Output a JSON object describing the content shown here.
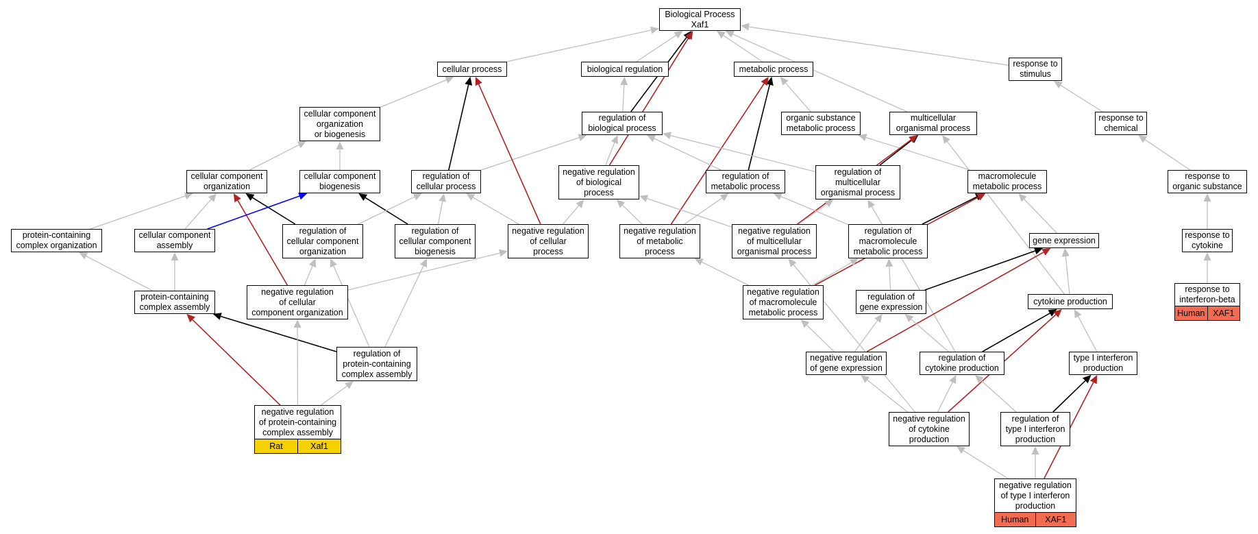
{
  "colors": {
    "is_a": "#bfbfbf",
    "regulates": "#000000",
    "negatively_regulates": "#b22222",
    "part_of": "#0000ff",
    "rat_tag": "#f5d100",
    "human_tag": "#f26a4f"
  },
  "nodes": {
    "bp": {
      "label": "Biological Process\nXaf1"
    },
    "cellular_process": {
      "label": "cellular process"
    },
    "biological_regulation": {
      "label": "biological regulation"
    },
    "metabolic_process": {
      "label": "metabolic process"
    },
    "response_to_stimulus": {
      "label": "response to\nstimulus"
    },
    "cco_biogenesis": {
      "label": "cellular component\norganization\nor biogenesis"
    },
    "reg_bio_process": {
      "label": "regulation of\nbiological process"
    },
    "organic_substance_mp": {
      "label": "organic substance\nmetabolic process"
    },
    "multicellular_op": {
      "label": "multicellular\norganismal process"
    },
    "response_to_chemical": {
      "label": "response to\nchemical"
    },
    "cc_organization": {
      "label": "cellular component\norganization"
    },
    "cc_biogenesis": {
      "label": "cellular component\nbiogenesis"
    },
    "reg_cellular_process": {
      "label": "regulation of\ncellular process"
    },
    "neg_reg_bio_process": {
      "label": "negative regulation\nof biological\nprocess"
    },
    "reg_metabolic_process": {
      "label": "regulation of\nmetabolic process"
    },
    "reg_multicellular_op": {
      "label": "regulation of\nmulticellular\norganismal process"
    },
    "macromolecule_mp": {
      "label": "macromolecule\nmetabolic process"
    },
    "response_to_organic": {
      "label": "response to\norganic substance"
    },
    "protein_complex_org": {
      "label": "protein-containing\ncomplex organization"
    },
    "cc_assembly": {
      "label": "cellular component\nassembly"
    },
    "reg_cc_organization": {
      "label": "regulation of\ncellular component\norganization"
    },
    "reg_cc_biogenesis": {
      "label": "regulation of\ncellular component\nbiogenesis"
    },
    "neg_reg_cellular_process": {
      "label": "negative regulation\nof cellular\nprocess"
    },
    "neg_reg_metabolic_process": {
      "label": "negative regulation\nof metabolic\nprocess"
    },
    "neg_reg_multicellular_op": {
      "label": "negative regulation\nof multicellular\norganismal process"
    },
    "reg_macromolecule_mp": {
      "label": "regulation of\nmacromolecule\nmetabolic process"
    },
    "gene_expression": {
      "label": "gene expression"
    },
    "response_to_cytokine": {
      "label": "response to\ncytokine"
    },
    "protein_complex_assembly": {
      "label": "protein-containing\ncomplex assembly"
    },
    "neg_reg_cc_organization": {
      "label": "negative regulation\nof cellular\ncomponent organization"
    },
    "neg_reg_macromolecule_mp": {
      "label": "negative regulation\nof macromolecule\nmetabolic process"
    },
    "reg_gene_expression": {
      "label": "regulation of\ngene expression"
    },
    "cytokine_production": {
      "label": "cytokine production"
    },
    "response_to_ifnb": {
      "label": "response to\ninterferon-beta"
    },
    "reg_protein_complex_assembly": {
      "label": "regulation of\nprotein-containing\ncomplex assembly"
    },
    "neg_reg_gene_expression": {
      "label": "negative regulation\nof gene expression"
    },
    "reg_cytokine_production": {
      "label": "regulation of\ncytokine production"
    },
    "type1_ifn_production": {
      "label": "type I interferon\nproduction"
    },
    "neg_reg_protein_complex_assembly": {
      "label": "negative regulation\nof protein-containing\ncomplex assembly"
    },
    "neg_reg_cytokine_production": {
      "label": "negative regulation\nof cytokine\nproduction"
    },
    "reg_type1_ifn_production": {
      "label": "regulation of\ntype I interferon\nproduction"
    },
    "neg_reg_type1_ifn_production": {
      "label": "negative regulation\nof type I interferon\nproduction"
    }
  },
  "tags": {
    "neg_reg_protein_complex_assembly": {
      "species": "Rat",
      "gene": "Xaf1"
    },
    "neg_reg_type1_ifn_production": {
      "species": "Human",
      "gene": "XAF1"
    },
    "response_to_ifnb": {
      "species": "Human",
      "gene": "XAF1"
    }
  },
  "edges": [
    {
      "from": "cellular_process",
      "to": "bp",
      "type": "is_a"
    },
    {
      "from": "biological_regulation",
      "to": "bp",
      "type": "is_a"
    },
    {
      "from": "metabolic_process",
      "to": "bp",
      "type": "is_a"
    },
    {
      "from": "response_to_stimulus",
      "to": "bp",
      "type": "is_a"
    },
    {
      "from": "multicellular_op",
      "to": "bp",
      "type": "is_a"
    },
    {
      "from": "reg_bio_process",
      "to": "bp",
      "type": "regulates"
    },
    {
      "from": "neg_reg_bio_process",
      "to": "bp",
      "type": "negatively_regulates"
    },
    {
      "from": "cco_biogenesis",
      "to": "cellular_process",
      "type": "is_a"
    },
    {
      "from": "reg_bio_process",
      "to": "biological_regulation",
      "type": "is_a"
    },
    {
      "from": "organic_substance_mp",
      "to": "metabolic_process",
      "type": "is_a"
    },
    {
      "from": "reg_metabolic_process",
      "to": "metabolic_process",
      "type": "regulates"
    },
    {
      "from": "neg_reg_metabolic_process",
      "to": "metabolic_process",
      "type": "negatively_regulates"
    },
    {
      "from": "response_to_chemical",
      "to": "response_to_stimulus",
      "type": "is_a"
    },
    {
      "from": "cc_organization",
      "to": "cco_biogenesis",
      "type": "is_a"
    },
    {
      "from": "cc_biogenesis",
      "to": "cco_biogenesis",
      "type": "is_a"
    },
    {
      "from": "reg_cellular_process",
      "to": "reg_bio_process",
      "type": "is_a"
    },
    {
      "from": "neg_reg_bio_process",
      "to": "reg_bio_process",
      "type": "is_a"
    },
    {
      "from": "reg_metabolic_process",
      "to": "reg_bio_process",
      "type": "is_a"
    },
    {
      "from": "reg_multicellular_op",
      "to": "reg_bio_process",
      "type": "is_a"
    },
    {
      "from": "macromolecule_mp",
      "to": "organic_substance_mp",
      "type": "is_a"
    },
    {
      "from": "reg_multicellular_op",
      "to": "multicellular_op",
      "type": "regulates"
    },
    {
      "from": "neg_reg_multicellular_op",
      "to": "multicellular_op",
      "type": "negatively_regulates"
    },
    {
      "from": "cytokine_production",
      "to": "multicellular_op",
      "type": "is_a"
    },
    {
      "from": "response_to_organic",
      "to": "response_to_chemical",
      "type": "is_a"
    },
    {
      "from": "reg_cellular_process",
      "to": "cellular_process",
      "type": "regulates"
    },
    {
      "from": "neg_reg_cellular_process",
      "to": "cellular_process",
      "type": "negatively_regulates"
    },
    {
      "from": "protein_complex_org",
      "to": "cc_organization",
      "type": "is_a"
    },
    {
      "from": "cc_assembly",
      "to": "cc_organization",
      "type": "is_a"
    },
    {
      "from": "reg_cc_organization",
      "to": "cc_organization",
      "type": "regulates"
    },
    {
      "from": "neg_reg_cc_organization",
      "to": "cc_organization",
      "type": "negatively_regulates"
    },
    {
      "from": "cc_assembly",
      "to": "cc_biogenesis",
      "type": "part_of"
    },
    {
      "from": "reg_cc_biogenesis",
      "to": "cc_biogenesis",
      "type": "regulates"
    },
    {
      "from": "reg_cc_organization",
      "to": "reg_cellular_process",
      "type": "is_a"
    },
    {
      "from": "reg_cc_biogenesis",
      "to": "reg_cellular_process",
      "type": "is_a"
    },
    {
      "from": "neg_reg_cellular_process",
      "to": "reg_cellular_process",
      "type": "is_a"
    },
    {
      "from": "neg_reg_cellular_process",
      "to": "neg_reg_bio_process",
      "type": "is_a"
    },
    {
      "from": "neg_reg_metabolic_process",
      "to": "neg_reg_bio_process",
      "type": "is_a"
    },
    {
      "from": "neg_reg_multicellular_op",
      "to": "neg_reg_bio_process",
      "type": "is_a"
    },
    {
      "from": "neg_reg_metabolic_process",
      "to": "reg_metabolic_process",
      "type": "is_a"
    },
    {
      "from": "reg_macromolecule_mp",
      "to": "reg_metabolic_process",
      "type": "is_a"
    },
    {
      "from": "neg_reg_multicellular_op",
      "to": "reg_multicellular_op",
      "type": "is_a"
    },
    {
      "from": "reg_cytokine_production",
      "to": "reg_multicellular_op",
      "type": "is_a"
    },
    {
      "from": "reg_macromolecule_mp",
      "to": "macromolecule_mp",
      "type": "regulates"
    },
    {
      "from": "neg_reg_macromolecule_mp",
      "to": "macromolecule_mp",
      "type": "negatively_regulates"
    },
    {
      "from": "gene_expression",
      "to": "macromolecule_mp",
      "type": "is_a"
    },
    {
      "from": "response_to_cytokine",
      "to": "response_to_organic",
      "type": "is_a"
    },
    {
      "from": "protein_complex_assembly",
      "to": "protein_complex_org",
      "type": "is_a"
    },
    {
      "from": "protein_complex_assembly",
      "to": "cc_assembly",
      "type": "is_a"
    },
    {
      "from": "neg_reg_cc_organization",
      "to": "reg_cc_organization",
      "type": "is_a"
    },
    {
      "from": "reg_protein_complex_assembly",
      "to": "reg_cc_organization",
      "type": "is_a"
    },
    {
      "from": "reg_protein_complex_assembly",
      "to": "reg_cc_biogenesis",
      "type": "is_a"
    },
    {
      "from": "neg_reg_cc_organization",
      "to": "neg_reg_cellular_process",
      "type": "is_a"
    },
    {
      "from": "neg_reg_macromolecule_mp",
      "to": "neg_reg_metabolic_process",
      "type": "is_a"
    },
    {
      "from": "neg_reg_macromolecule_mp",
      "to": "reg_macromolecule_mp",
      "type": "is_a"
    },
    {
      "from": "reg_gene_expression",
      "to": "reg_macromolecule_mp",
      "type": "is_a"
    },
    {
      "from": "reg_gene_expression",
      "to": "gene_expression",
      "type": "regulates"
    },
    {
      "from": "neg_reg_gene_expression",
      "to": "gene_expression",
      "type": "negatively_regulates"
    },
    {
      "from": "cytokine_production",
      "to": "gene_expression",
      "type": "is_a"
    },
    {
      "from": "response_to_ifnb",
      "to": "response_to_cytokine",
      "type": "is_a"
    },
    {
      "from": "reg_protein_complex_assembly",
      "to": "protein_complex_assembly",
      "type": "regulates"
    },
    {
      "from": "neg_reg_protein_complex_assembly",
      "to": "protein_complex_assembly",
      "type": "negatively_regulates"
    },
    {
      "from": "neg_reg_protein_complex_assembly",
      "to": "neg_reg_cc_organization",
      "type": "is_a"
    },
    {
      "from": "neg_reg_protein_complex_assembly",
      "to": "reg_protein_complex_assembly",
      "type": "is_a"
    },
    {
      "from": "neg_reg_gene_expression",
      "to": "neg_reg_macromolecule_mp",
      "type": "is_a"
    },
    {
      "from": "neg_reg_gene_expression",
      "to": "reg_gene_expression",
      "type": "is_a"
    },
    {
      "from": "reg_cytokine_production",
      "to": "reg_gene_expression",
      "type": "is_a"
    },
    {
      "from": "reg_cytokine_production",
      "to": "cytokine_production",
      "type": "regulates"
    },
    {
      "from": "neg_reg_cytokine_production",
      "to": "cytokine_production",
      "type": "negatively_regulates"
    },
    {
      "from": "type1_ifn_production",
      "to": "cytokine_production",
      "type": "is_a"
    },
    {
      "from": "neg_reg_cytokine_production",
      "to": "neg_reg_gene_expression",
      "type": "is_a"
    },
    {
      "from": "neg_reg_cytokine_production",
      "to": "reg_cytokine_production",
      "type": "is_a"
    },
    {
      "from": "neg_reg_cytokine_production",
      "to": "neg_reg_multicellular_op",
      "type": "is_a"
    },
    {
      "from": "reg_type1_ifn_production",
      "to": "reg_cytokine_production",
      "type": "is_a"
    },
    {
      "from": "reg_type1_ifn_production",
      "to": "type1_ifn_production",
      "type": "regulates"
    },
    {
      "from": "neg_reg_type1_ifn_production",
      "to": "type1_ifn_production",
      "type": "negatively_regulates"
    },
    {
      "from": "neg_reg_type1_ifn_production",
      "to": "neg_reg_cytokine_production",
      "type": "is_a"
    },
    {
      "from": "neg_reg_type1_ifn_production",
      "to": "reg_type1_ifn_production",
      "type": "is_a"
    }
  ]
}
